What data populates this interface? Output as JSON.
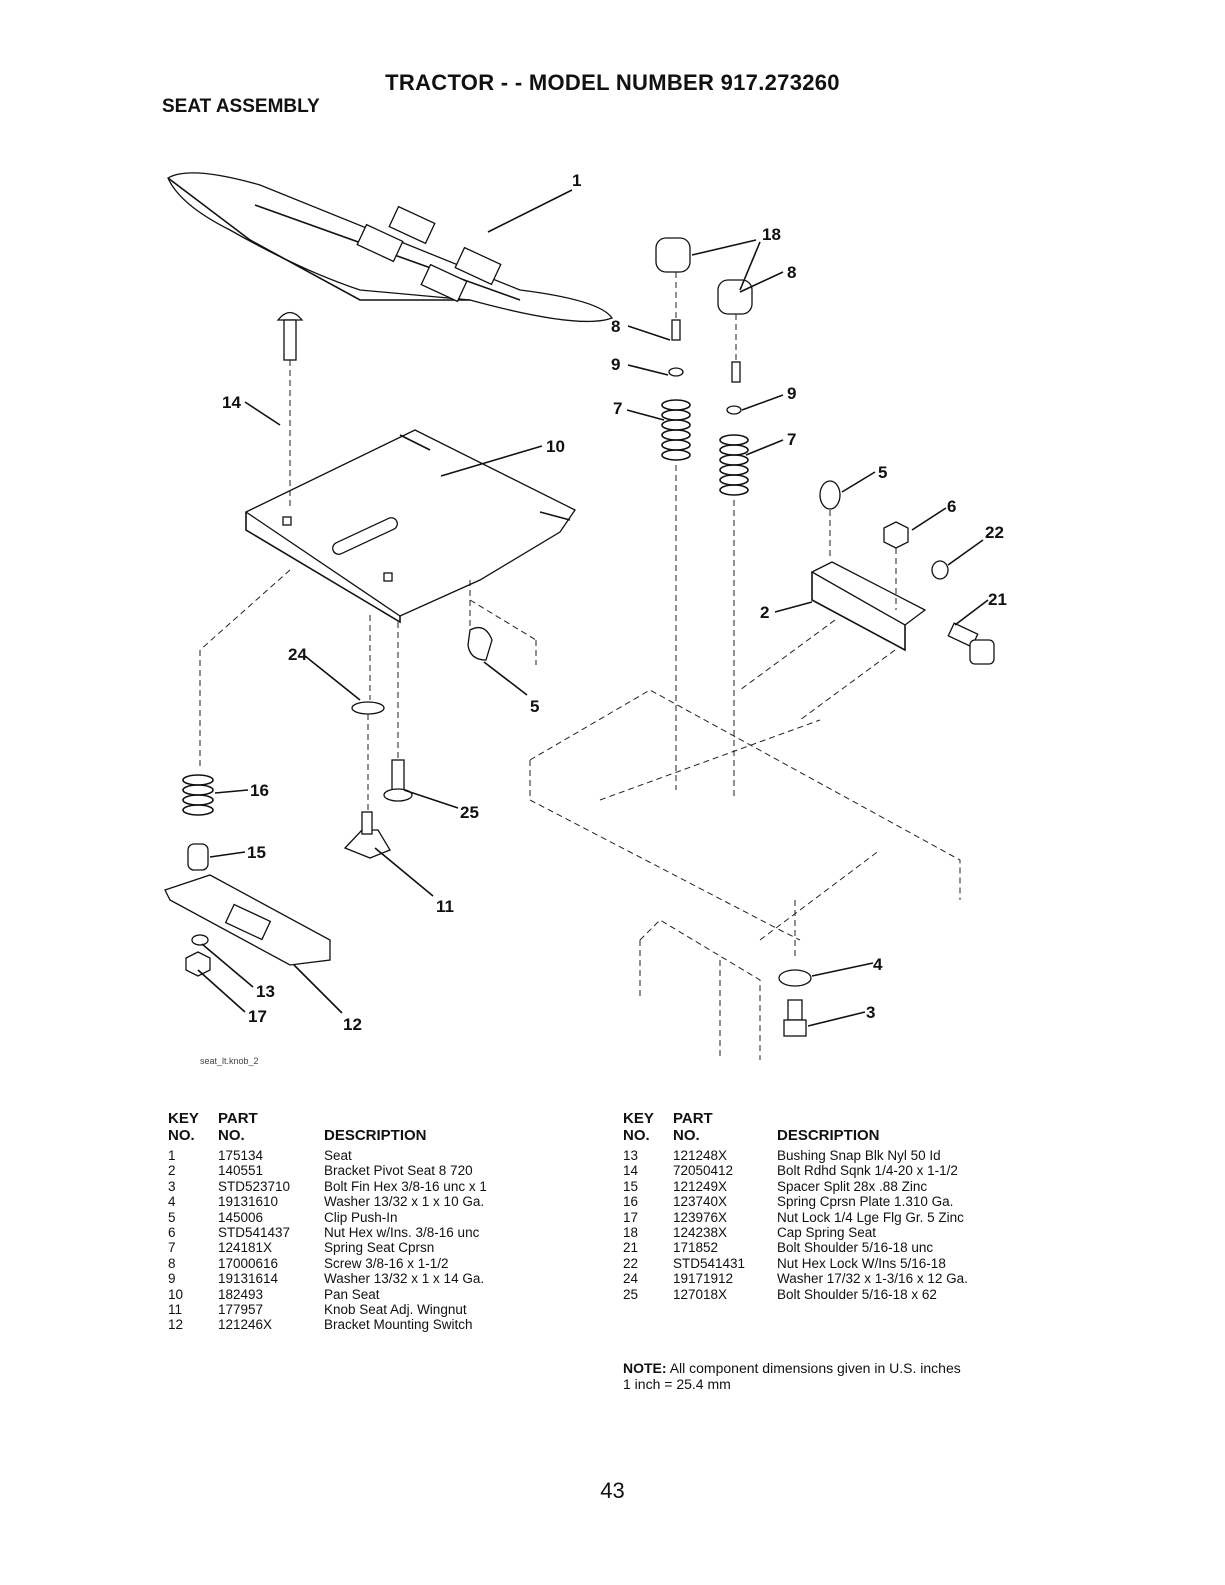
{
  "header": {
    "title": "TRACTOR - - MODEL NUMBER 917.273260",
    "subtitle": "SEAT ASSEMBLY"
  },
  "diagram": {
    "image_code": "seat_lt.knob_2",
    "callouts": [
      "1",
      "18",
      "8",
      "9",
      "7",
      "8",
      "9",
      "7",
      "14",
      "10",
      "5",
      "6",
      "22",
      "2",
      "21",
      "24",
      "5",
      "16",
      "25",
      "15",
      "11",
      "13",
      "17",
      "12",
      "4",
      "3"
    ]
  },
  "table_left": {
    "headers": {
      "key": "KEY",
      "key2": "NO.",
      "part": "PART",
      "part2": "NO.",
      "desc": "DESCRIPTION"
    },
    "rows": [
      {
        "key": "1",
        "part": "175134",
        "desc": "Seat"
      },
      {
        "key": "2",
        "part": "140551",
        "desc": "Bracket Pivot Seat 8 720"
      },
      {
        "key": "3",
        "part": "STD523710",
        "desc": "Bolt Fin Hex 3/8-16 unc x 1"
      },
      {
        "key": "4",
        "part": "19131610",
        "desc": "Washer 13/32 x 1 x 10 Ga."
      },
      {
        "key": "5",
        "part": "145006",
        "desc": "Clip Push-In"
      },
      {
        "key": "6",
        "part": "STD541437",
        "desc": "Nut Hex w/Ins. 3/8-16 unc"
      },
      {
        "key": "7",
        "part": "124181X",
        "desc": "Spring Seat Cprsn"
      },
      {
        "key": "8",
        "part": "17000616",
        "desc": "Screw 3/8-16 x 1-1/2"
      },
      {
        "key": "9",
        "part": "19131614",
        "desc": "Washer 13/32 x 1 x 14 Ga."
      },
      {
        "key": "10",
        "part": "182493",
        "desc": "Pan Seat"
      },
      {
        "key": "11",
        "part": "177957",
        "desc": "Knob Seat Adj. Wingnut"
      },
      {
        "key": "12",
        "part": "121246X",
        "desc": "Bracket Mounting Switch"
      }
    ]
  },
  "table_right": {
    "headers": {
      "key": "KEY",
      "key2": "NO.",
      "part": "PART",
      "part2": "NO.",
      "desc": "DESCRIPTION"
    },
    "rows": [
      {
        "key": "13",
        "part": "121248X",
        "desc": "Bushing Snap Blk Nyl 50 Id"
      },
      {
        "key": "14",
        "part": "72050412",
        "desc": "Bolt Rdhd Sqnk 1/4-20 x 1-1/2"
      },
      {
        "key": "15",
        "part": "121249X",
        "desc": "Spacer Split 28x .88 Zinc"
      },
      {
        "key": "16",
        "part": "123740X",
        "desc": "Spring Cprsn Plate 1.310 Ga."
      },
      {
        "key": "17",
        "part": "123976X",
        "desc": "Nut Lock 1/4 Lge Flg Gr. 5 Zinc"
      },
      {
        "key": "18",
        "part": "124238X",
        "desc": "Cap Spring Seat"
      },
      {
        "key": "21",
        "part": "171852",
        "desc": "Bolt Shoulder 5/16-18 unc"
      },
      {
        "key": "22",
        "part": "STD541431",
        "desc": "Nut Hex Lock W/Ins 5/16-18"
      },
      {
        "key": "24",
        "part": "19171912",
        "desc": "Washer 17/32 x 1-3/16 x 12 Ga."
      },
      {
        "key": "25",
        "part": "127018X",
        "desc": "Bolt Shoulder 5/16-18 x 62"
      }
    ]
  },
  "note": {
    "label": "NOTE:",
    "text": "All component dimensions given in U.S. inches",
    "conversion": "1 inch = 25.4 mm"
  },
  "page_number": "43"
}
